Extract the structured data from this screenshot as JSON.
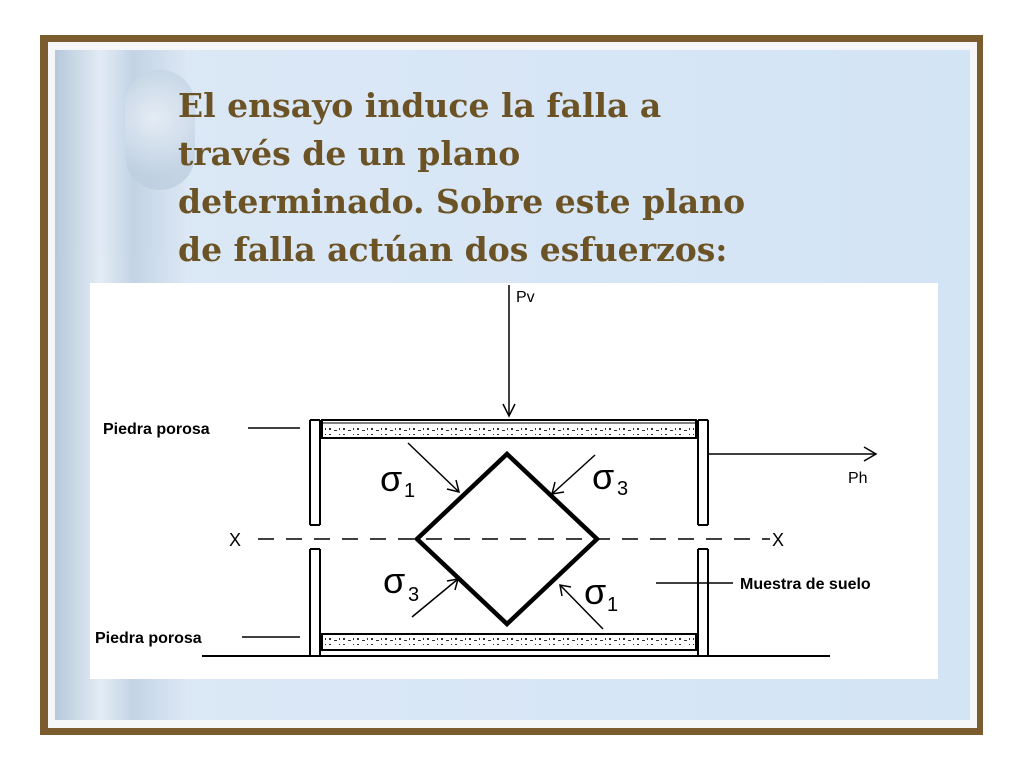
{
  "slide": {
    "heading": "El ensayo induce la falla a través de un plano determinado. Sobre este plano de falla actúan dos esfuerzos:"
  },
  "diagram": {
    "load_vertical": "Pv",
    "load_horizontal": "Ph",
    "porous_stone_top": "Piedra porosa",
    "porous_stone_bottom": "Piedra porosa",
    "soil_sample": "Muestra de suelo",
    "axis_left": "X",
    "axis_right": "X",
    "stress_symbol": "σ",
    "stress_top_left_sub": "1",
    "stress_top_right_sub": "3",
    "stress_bottom_left_sub": "3",
    "stress_bottom_right_sub": "1"
  },
  "colors": {
    "frame": "#7a5c2e",
    "heading": "#6b5326",
    "panel": "#d3e4f5"
  }
}
